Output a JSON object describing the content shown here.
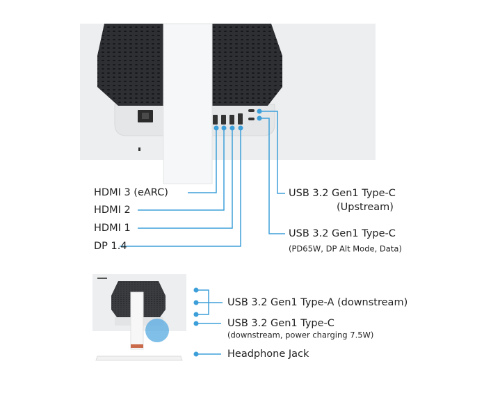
{
  "colors": {
    "callout": "#3d9fd9",
    "panel": "#eceeef",
    "grille": "#2d2f33"
  },
  "top_view": {
    "left_labels": [
      "HDMI 3 (eARC)",
      "HDMI 2",
      "HDMI 1",
      "DP 1.4"
    ],
    "right_labels": [
      {
        "title": "USB 3.2 Gen1 Type-C",
        "sub": "(Upstream)"
      },
      {
        "title": "USB 3.2 Gen1 Type-C",
        "sub": "(PD65W, DP Alt Mode, Data)"
      }
    ]
  },
  "side_view": {
    "labels": [
      {
        "title": "USB 3.2 Gen1 Type-A (downstream)"
      },
      {
        "title": "USB 3.2 Gen1 Type-C",
        "sub": "(downstream, power charging 7.5W)"
      },
      {
        "title": "Headphone Jack"
      }
    ]
  }
}
